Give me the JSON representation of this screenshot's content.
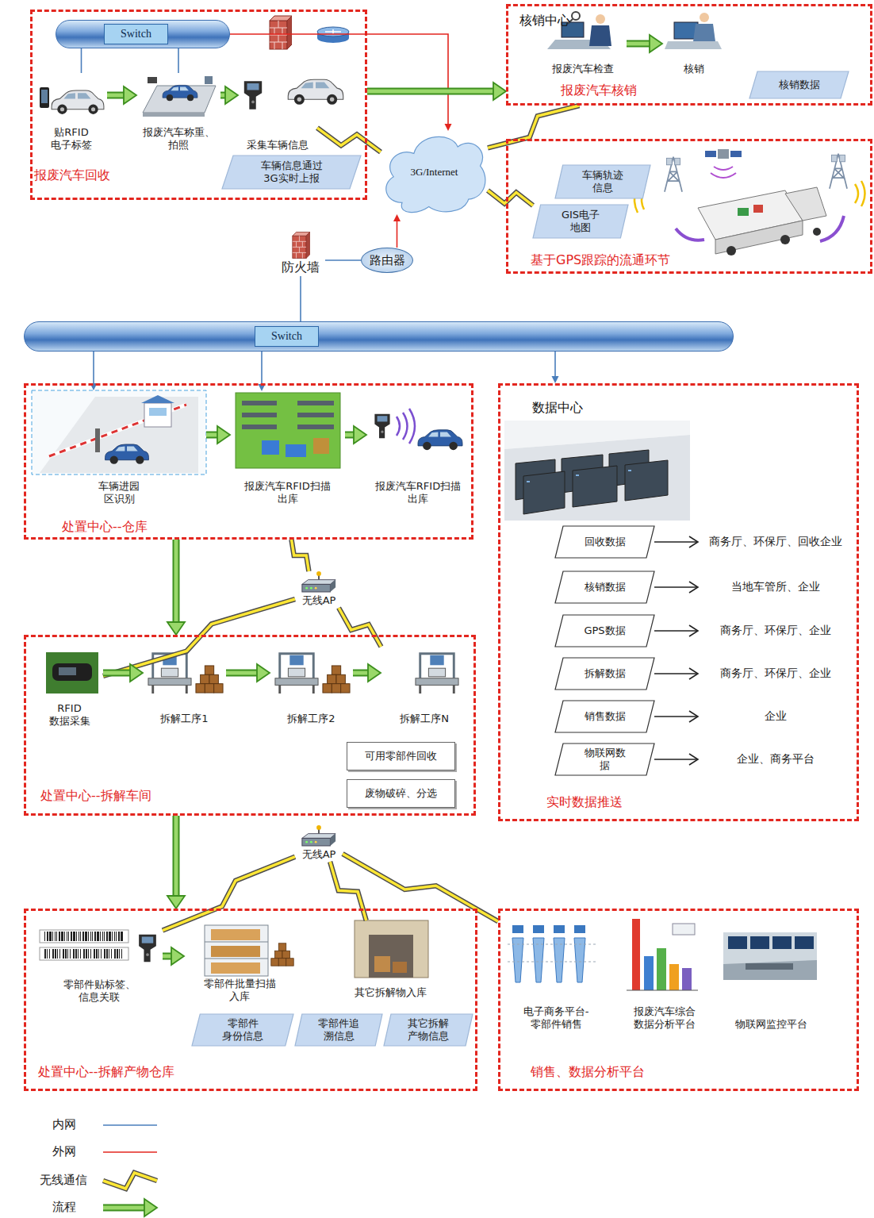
{
  "diagram": {
    "nodes": [
      {
        "text": [
          "报废汽车回收"
        ]
      },
      {
        "text": [
          "Switch"
        ],
        "in": 0
      },
      {
        "text": [
          "贴RFID 电子标签"
        ],
        "in": 0
      },
      {
        "text": [
          "报废汽车称重、 拍照"
        ],
        "in": 0
      },
      {
        "text": [
          "采集车辆信息"
        ],
        "in": 0
      },
      {
        "text": [
          "车辆信息通过 3G实时上报"
        ],
        "in": 0
      },
      {
        "text": [
          "核销中心",
          "报废汽车核销"
        ]
      },
      {
        "text": [
          "报废汽车检查"
        ],
        "in": 6
      },
      {
        "text": [
          "核销"
        ],
        "in": 6
      },
      {
        "text": [
          "核销数据"
        ],
        "in": 6
      },
      {
        "text": [
          "3G/Internet"
        ]
      },
      {
        "text": [
          "基于GPS跟踪的流通环节"
        ]
      },
      {
        "text": [
          "车辆轨迹 信息"
        ],
        "in": 11
      },
      {
        "text": [
          "GIS电子 地图"
        ],
        "in": 11
      },
      {
        "text": [
          "防火墙"
        ]
      },
      {
        "text": [
          "路由器"
        ]
      },
      {
        "text": [
          "Switch"
        ]
      },
      {
        "text": [
          "处置中心--仓库"
        ]
      },
      {
        "text": [
          "车辆进园 区识别"
        ],
        "in": 17
      },
      {
        "text": [
          "报废汽车RFID扫描 出库"
        ],
        "in": 17
      },
      {
        "text": [
          "报废汽车RFID扫描 出库"
        ],
        "in": 17
      },
      {
        "text": [
          "无线AP"
        ]
      },
      {
        "text": [
          "处置中心--拆解车间"
        ]
      },
      {
        "text": [
          "RFID 数据采集"
        ],
        "in": 22
      },
      {
        "text": [
          "拆解工序1"
        ],
        "in": 22
      },
      {
        "text": [
          "拆解工序2"
        ],
        "in": 22
      },
      {
        "text": [
          "拆解工序N"
        ],
        "in": 22
      },
      {
        "text": [
          "可用零部件回收"
        ],
        "in": 22
      },
      {
        "text": [
          "废物破碎、分选"
        ],
        "in": 22
      },
      {
        "text": [
          "无线AP"
        ]
      },
      {
        "text": [
          "处置中心--拆解产物仓库"
        ]
      },
      {
        "text": [
          "零部件贴标签、 信息关联"
        ],
        "in": 30
      },
      {
        "text": [
          "零部件批量扫描 入库"
        ],
        "in": 30
      },
      {
        "text": [
          "其它拆解物入库"
        ],
        "in": 30
      },
      {
        "text": [
          "零部件 身份信息"
        ],
        "in": 30
      },
      {
        "text": [
          "零部件追 溯信息"
        ],
        "in": 30
      },
      {
        "text": [
          "其它拆解 产物信息"
        ],
        "in": 30
      },
      {
        "text": [
          "数据中心",
          "实时数据推送"
        ]
      },
      {
        "text": [
          "回收数据"
        ],
        "in": 37
      },
      {
        "text": [
          "商务厅、环保厅、回收企业"
        ],
        "in": 37
      },
      {
        "text": [
          "核销数据"
        ],
        "in": 37
      },
      {
        "text": [
          "当地车管所、企业"
        ],
        "in": 37
      },
      {
        "text": [
          "GPS数据"
        ],
        "in": 37
      },
      {
        "text": [
          "商务厅、环保厅、企业"
        ],
        "in": 37
      },
      {
        "text": [
          "拆解数据"
        ],
        "in": 37
      },
      {
        "text": [
          "商务厅、环保厅、企业"
        ],
        "in": 37
      },
      {
        "text": [
          "销售数据"
        ],
        "in": 37
      },
      {
        "text": [
          "企业"
        ],
        "in": 37
      },
      {
        "text": [
          "物联网数 据"
        ],
        "in": 37
      },
      {
        "text": [
          "企业、商务平台"
        ],
        "in": 37
      },
      {
        "text": [
          "销售、数据分析平台"
        ]
      },
      {
        "text": [
          "电子商务平台- 零部件销售"
        ],
        "in": 50
      },
      {
        "text": [
          "报废汽车综合 数据分析平台"
        ],
        "in": 50
      },
      {
        "text": [
          "物联网监控平台"
        ],
        "in": 50
      }
    ],
    "edges": [
      {
        "from": 1,
        "to": 2,
        "arrow": "none"
      },
      {
        "from": 1,
        "to": 3,
        "arrow": "none"
      },
      {
        "from": 2,
        "to": 3,
        "arrow": "to"
      },
      {
        "from": 3,
        "to": 4,
        "arrow": "to"
      },
      {
        "from": 1,
        "to": 10,
        "arrow": "to"
      },
      {
        "from": 4,
        "to": 10,
        "arrow": "none"
      },
      {
        "from": 0,
        "to": 6,
        "arrow": "to"
      },
      {
        "from": 10,
        "to": 6,
        "arrow": "none"
      },
      {
        "from": 10,
        "to": 13,
        "arrow": "none"
      },
      {
        "from": 7,
        "to": 8,
        "arrow": "to"
      },
      {
        "from": 16,
        "to": 14,
        "arrow": "none"
      },
      {
        "from": 14,
        "to": 15,
        "arrow": "none"
      },
      {
        "from": 15,
        "to": 10,
        "arrow": "to"
      },
      {
        "from": 16,
        "to": 18,
        "arrow": "to"
      },
      {
        "from": 16,
        "to": 19,
        "arrow": "to"
      },
      {
        "from": 16,
        "to": 37,
        "arrow": "to"
      },
      {
        "from": 18,
        "to": 19,
        "arrow": "to"
      },
      {
        "from": 19,
        "to": 20,
        "arrow": "to"
      },
      {
        "from": 17,
        "to": 22,
        "arrow": "to"
      },
      {
        "from": 17,
        "to": 21,
        "arrow": "none"
      },
      {
        "from": 21,
        "to": 23,
        "arrow": "none"
      },
      {
        "from": 21,
        "to": 26,
        "arrow": "none"
      },
      {
        "from": 23,
        "to": 24,
        "arrow": "to"
      },
      {
        "from": 24,
        "to": 25,
        "arrow": "to"
      },
      {
        "from": 25,
        "to": 26,
        "arrow": "to"
      },
      {
        "from": 22,
        "to": 30,
        "arrow": "to"
      },
      {
        "from": 29,
        "to": 31,
        "arrow": "none"
      },
      {
        "from": 29,
        "to": 33,
        "arrow": "none"
      },
      {
        "from": 29,
        "to": 50,
        "arrow": "none"
      },
      {
        "from": 31,
        "to": 32,
        "arrow": "to"
      },
      {
        "from": 38,
        "to": 39,
        "arrow": "to"
      },
      {
        "from": 40,
        "to": 41,
        "arrow": "to"
      },
      {
        "from": 42,
        "to": 43,
        "arrow": "to"
      },
      {
        "from": 44,
        "to": 45,
        "arrow": "to"
      },
      {
        "from": 46,
        "to": 47,
        "arrow": "to"
      },
      {
        "from": 48,
        "to": 49,
        "arrow": "to"
      }
    ],
    "legend": [
      {
        "text": "内网"
      },
      {
        "text": "外网"
      },
      {
        "text": "无线通信"
      },
      {
        "text": "流程"
      }
    ]
  }
}
